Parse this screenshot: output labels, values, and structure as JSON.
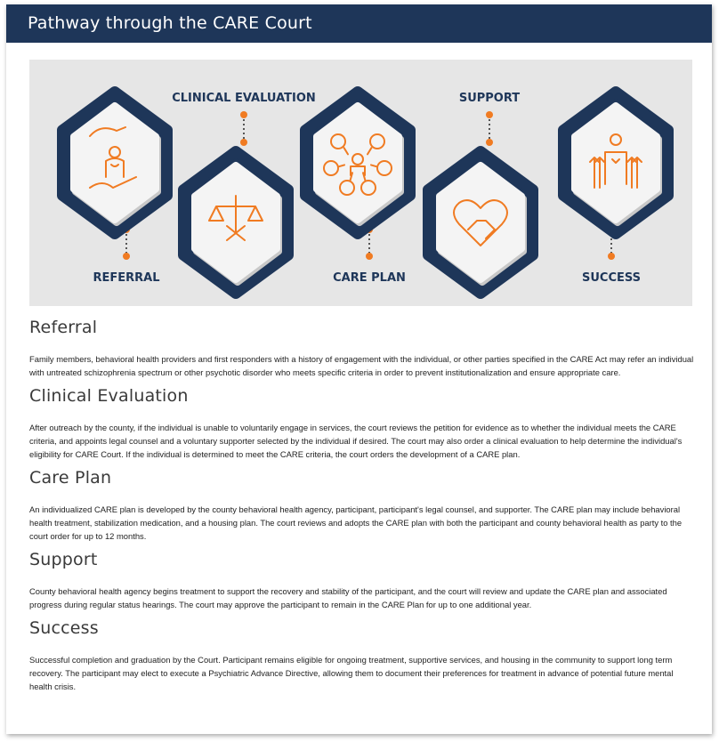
{
  "header": {
    "title": "Pathway through the CARE Court"
  },
  "infographic": {
    "steps": [
      "REFERRAL",
      "CLINICAL EVALUATION",
      "CARE PLAN",
      "SUPPORT",
      "SUCCESS"
    ],
    "colors": {
      "navy": "#1e3659",
      "orange": "#f07b22",
      "panel": "#e6e6e6"
    },
    "icons": [
      "caring-hands-icon",
      "justice-scale-handshake-icon",
      "care-network-icon",
      "heart-handshake-icon",
      "rising-person-icon"
    ]
  },
  "sections": [
    {
      "title": "Referral",
      "body": "Family members, behavioral health providers and first responders with a history of engagement with the individual, or other parties specified in the CARE Act may refer an individual with untreated schizophrenia spectrum or other psychotic disorder who meets specific criteria in order to prevent institutionalization and ensure appropriate care."
    },
    {
      "title": "Clinical Evaluation",
      "body": "After outreach by the county, if the individual is unable to voluntarily engage in services, the court reviews the petition for evidence as to whether the individual meets the CARE criteria, and appoints legal counsel and a voluntary supporter selected by the individual if desired. The court may also order a clinical evaluation to help determine the individual's eligibility for CARE Court. If the individual is determined to meet the CARE criteria, the court orders the development of a CARE plan."
    },
    {
      "title": "Care Plan",
      "body": "An individualized CARE plan is developed by the county behavioral health agency, participant, participant's legal counsel, and supporter. The CARE plan may include behavioral health treatment, stabilization medication, and a housing plan. The court reviews and adopts the CARE plan with both the participant and county behavioral health as party to the court order for up to 12 months."
    },
    {
      "title": "Support",
      "body": "County behavioral health agency begins treatment to support the recovery and stability of the participant, and the court will review and update the CARE plan and associated progress during regular status hearings. The court may approve the participant to remain in the CARE Plan for up to one additional year."
    },
    {
      "title": "Success",
      "body": "Successful completion and graduation by the Court. Participant remains eligible for ongoing treatment, supportive services, and housing in the community to support long term recovery. The participant may elect to execute a Psychiatric Advance Directive, allowing them to document their preferences for treatment in advance of potential future mental health crisis."
    }
  ]
}
